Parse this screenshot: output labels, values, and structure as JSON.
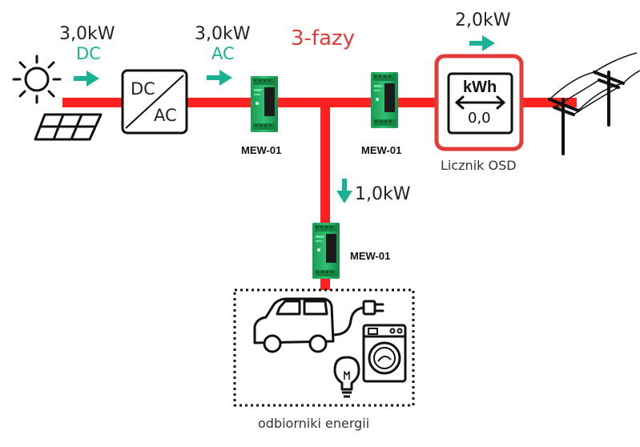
{
  "phase_label": "3-fazy",
  "pv": {
    "power": "3,0kW",
    "type": "DC"
  },
  "inverter": {
    "top": "DC",
    "bottom": "AC",
    "power": "3,0kW",
    "type": "AC"
  },
  "meters": [
    {
      "label": "MEW-01"
    },
    {
      "label": "MEW-01"
    },
    {
      "label": "MEW-01"
    }
  ],
  "branch": {
    "power": "1,0kW"
  },
  "grid": {
    "power": "2,0kW"
  },
  "osd_meter": {
    "unit": "kWh",
    "reading": "0,0",
    "caption": "Licznik OSD"
  },
  "loads": {
    "caption": "odbiorniki energii"
  },
  "colors": {
    "bus": "#ff2020",
    "arrow": "#19b394",
    "meter_frame": "#e53a3a",
    "module": "#1fa760"
  }
}
